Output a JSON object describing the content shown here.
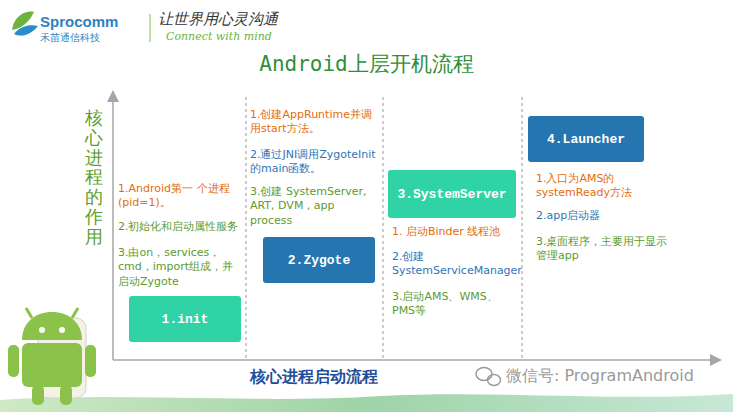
{
  "diagram": {
    "title": "Android上层开机流程",
    "nodes": [
      {
        "text": [
          "1.init"
        ]
      },
      {
        "text": [
          "2.Zygote"
        ]
      },
      {
        "text": [
          "3.SystemServer"
        ]
      },
      {
        "text": [
          "4.Launcher"
        ]
      }
    ],
    "labels": [
      "Sprocomm",
      "禾苗通信科技",
      "让世界用心灵沟通",
      "Connect with mind",
      "核心进程的作用",
      "1.Android第一 个进程(pid=1)。",
      "2.初始化和启动属性服务",
      "3.由on，services，cmd，import组成，并启动Zygote",
      "1.创建AppRuntime并调用start方法。",
      "2.通过JNI调用ZygoteInit的main函数。",
      "3.创建 SystemServer, ART, DVM , app process",
      "1. 启动Binder 线程池",
      "2.创建SystemServiceManager",
      "3.启动AMS、WMS、PMS等",
      "1.入口为AMS的systemReady方法",
      "2.app启动器",
      "3.桌面程序，主要用于显示管理app",
      "核心进程启动流程",
      "微信号: ProgramAndroid"
    ]
  }
}
